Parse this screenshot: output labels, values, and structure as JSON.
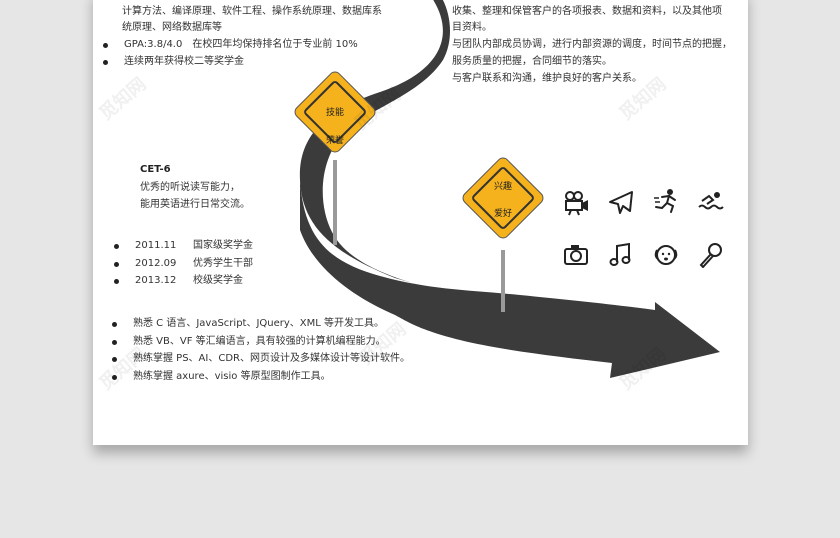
{
  "left": {
    "top_text": "计算方法、编译原理、软件工程、操作系统原理、数据库系统原理、网络数据库等",
    "top_line1": "计算方法、编译原理、软件工程、操作系统原理、数据库系",
    "top_line2": "统原理、网络数据库等",
    "gpa": "GPA:3.8/4.0　在校四年均保持排名位于专业前 10%",
    "scholarship": "连续两年获得校二等奖学金",
    "cet_title": "CET-6",
    "cet_line1": "优秀的听说读写能力，",
    "cet_line2": "能用英语进行日常交流。",
    "awards": [
      {
        "date": "2011.11",
        "name": "国家级奖学金"
      },
      {
        "date": "2012.09",
        "name": "优秀学生干部"
      },
      {
        "date": "2013.12",
        "name": "校级奖学金"
      }
    ],
    "skills": [
      "熟悉 C 语言、JavaScript、JQuery、XML 等开发工具。",
      "熟悉 VB、VF 等汇编语言，具有较强的计算机编程能力。",
      "熟练掌握 PS、AI、CDR、网页设计及多媒体设计等设计软件。",
      "熟练掌握 axure、visio 等原型图制作工具。"
    ]
  },
  "right": {
    "line1": "收集、整理和保管客户的各项报表、数据和资料，以及其他项",
    "line2": "目资料。",
    "line3": "与团队内部成员协调，进行内部资源的调度，时间节点的把握，",
    "line4": "服务质量的把握，合同细节的落实。",
    "line5": "与客户联系和沟通，维护良好的客户关系。"
  },
  "signs": {
    "skills_top": "技能",
    "skills_bottom": "荣誉",
    "hobby_top": "兴趣",
    "hobby_bottom": "爱好"
  },
  "icons": [
    "video-camera-icon",
    "airplane-icon",
    "running-icon",
    "swimming-icon",
    "camera-icon",
    "music-note-icon",
    "dog-icon",
    "microphone-icon"
  ],
  "watermark": "觅知网",
  "colors": {
    "sign": "#f5b21c",
    "road": "#3b3b3b",
    "background": "#e6e6e6"
  }
}
